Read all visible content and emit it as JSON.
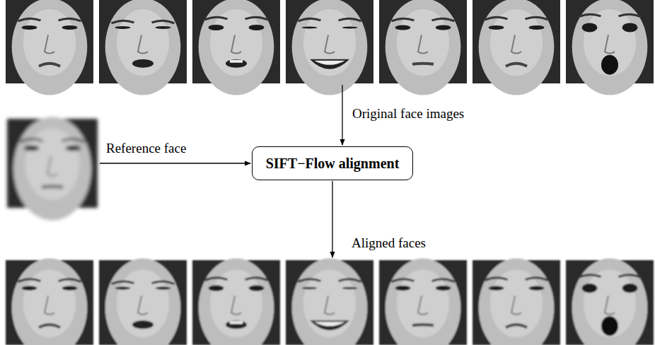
{
  "diagram": {
    "nodes": [
      {
        "text": [
          "SIFT−Flow alignment"
        ]
      }
    ],
    "edges": [],
    "labels": [
      "Original face images",
      "Reference face",
      "Aligned faces"
    ]
  }
}
